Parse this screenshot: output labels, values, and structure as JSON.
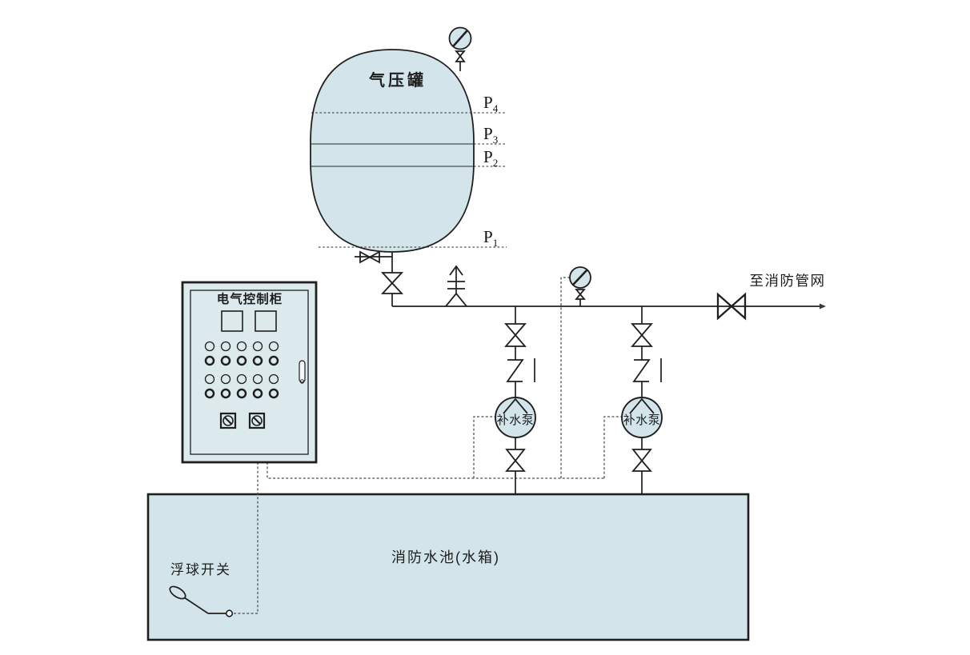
{
  "labels": {
    "pressure_tank": "气压罐",
    "control_cabinet": "电气控制柜",
    "pump_left": "补水泵",
    "pump_right": "补水泵",
    "fire_water_tank": "消防水池(水箱)",
    "float_switch": "浮球开关",
    "to_fire_network": "至消防管网"
  },
  "pressure_levels": [
    {
      "base": "P",
      "sub": "4"
    },
    {
      "base": "P",
      "sub": "3"
    },
    {
      "base": "P",
      "sub": "2"
    },
    {
      "base": "P",
      "sub": "1"
    }
  ],
  "colors": {
    "vessel_fill": "#d3e4ea",
    "cabinet_fill": "#dceaee",
    "line": "#1f1f1f",
    "control_wire": "#4d4d4d",
    "background": "#ffffff"
  }
}
